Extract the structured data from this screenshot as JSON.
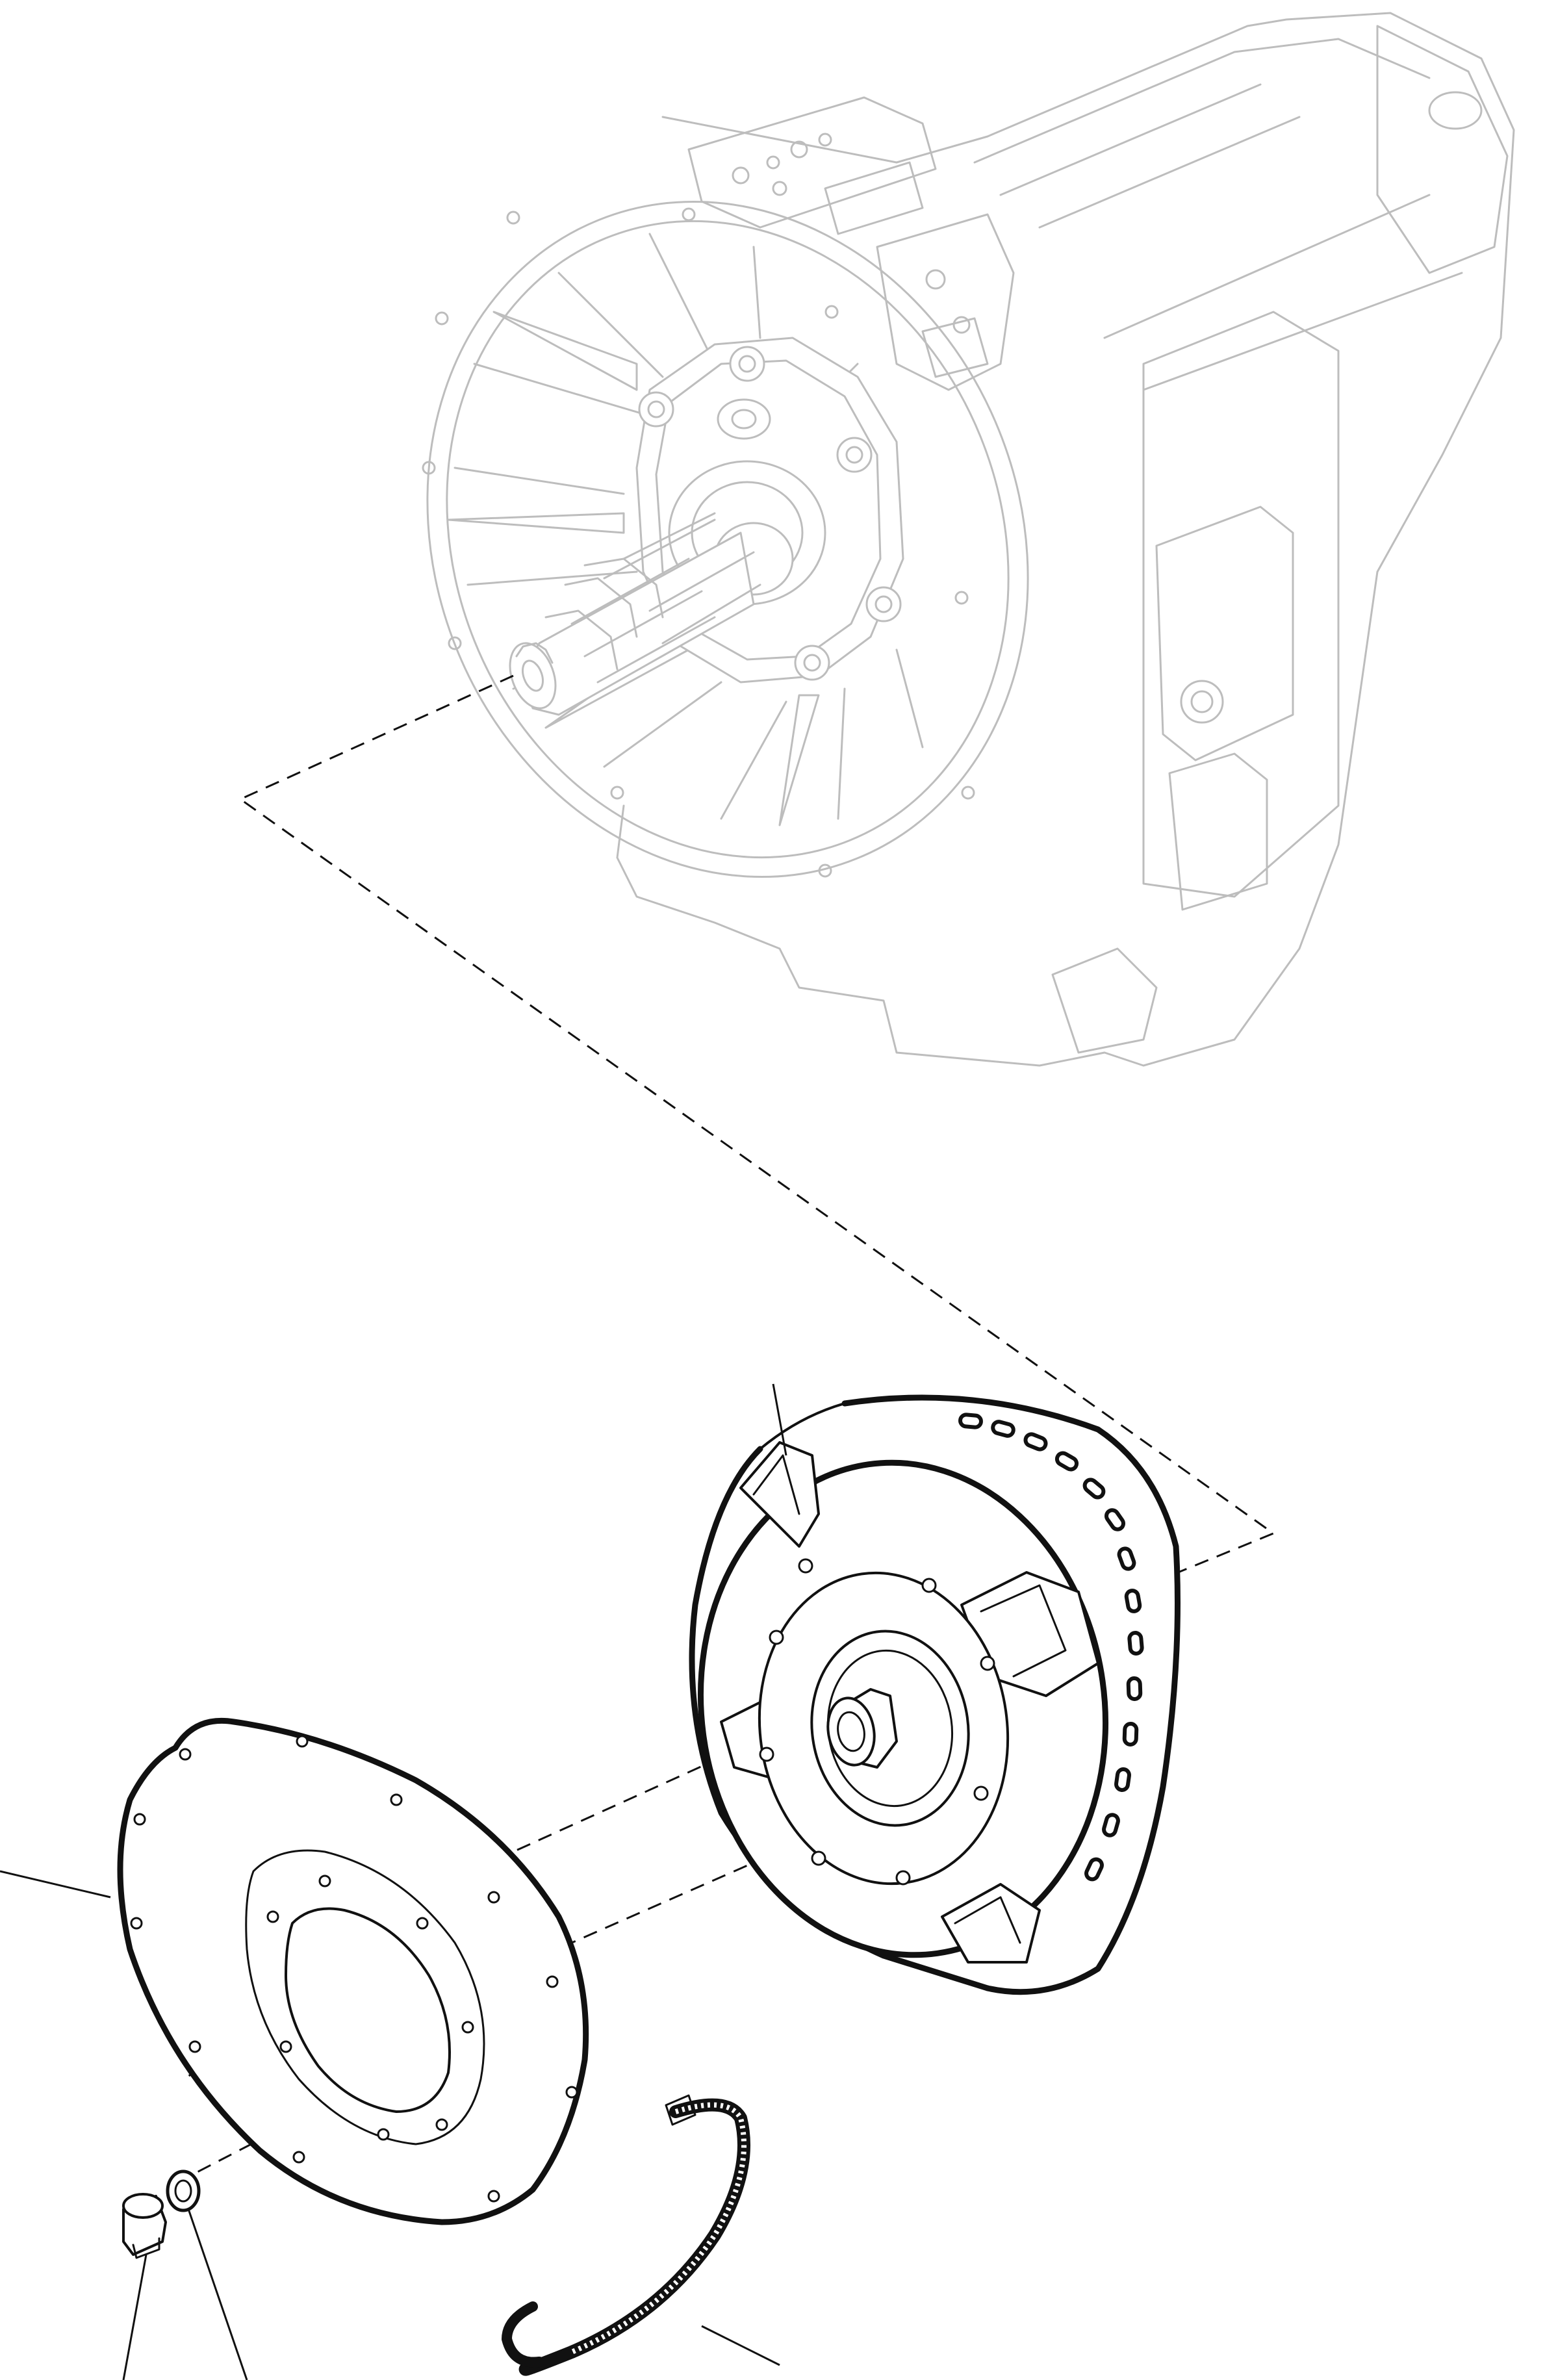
{
  "diagram": {
    "colors": {
      "background": "#ffffff",
      "line": "#111111",
      "ghost_line": "#bdbdbd"
    },
    "components": [
      {
        "id": "transmission",
        "icon": "transmission-housing-icon"
      },
      {
        "id": "torque-converter",
        "icon": "torque-converter-icon"
      },
      {
        "id": "flex-plate",
        "icon": "flex-plate-icon"
      },
      {
        "id": "bolt",
        "icon": "bolt-icon"
      },
      {
        "id": "washer",
        "icon": "washer-icon"
      },
      {
        "id": "ring-gear",
        "icon": "ring-gear-icon"
      }
    ]
  }
}
